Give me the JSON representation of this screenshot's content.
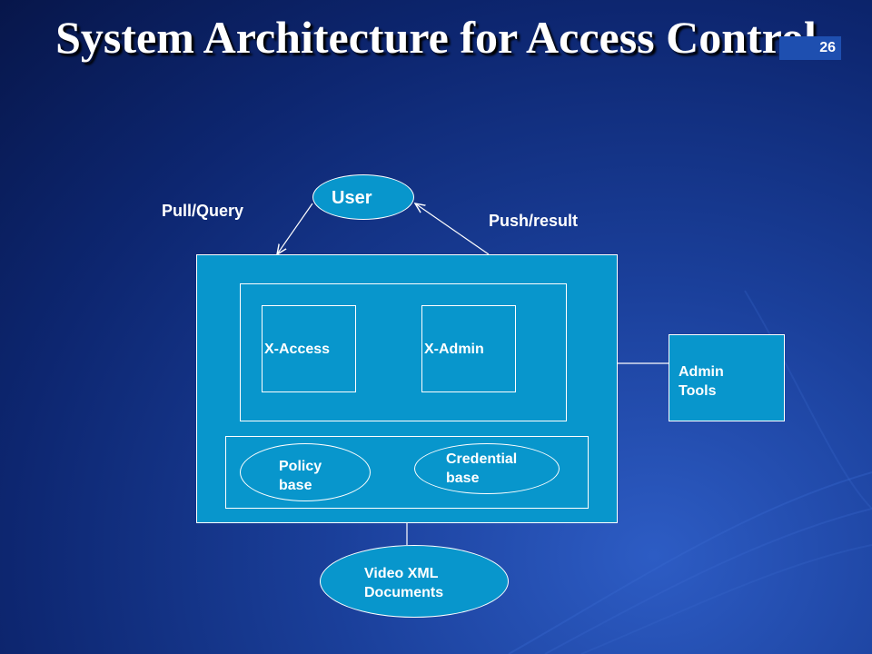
{
  "slide": {
    "title": "System Architecture for Access Control",
    "page_number": "26"
  },
  "diagram": {
    "user": "User",
    "pull_query": "Pull/Query",
    "push_result": "Push/result",
    "x_access": "X-Access",
    "x_admin": "X-Admin",
    "admin_tools_line1": "Admin",
    "admin_tools_line2": "Tools",
    "policy_base_line1": "Policy",
    "policy_base_line2": "base",
    "credential_base_line1": "Credential",
    "credential_base_line2": "base",
    "video_xml_line1": "Video XML",
    "video_xml_line2": "Documents"
  },
  "colors": {
    "background": "#0d2670",
    "box_fill": "#0896cc",
    "line": "#ffffff"
  }
}
